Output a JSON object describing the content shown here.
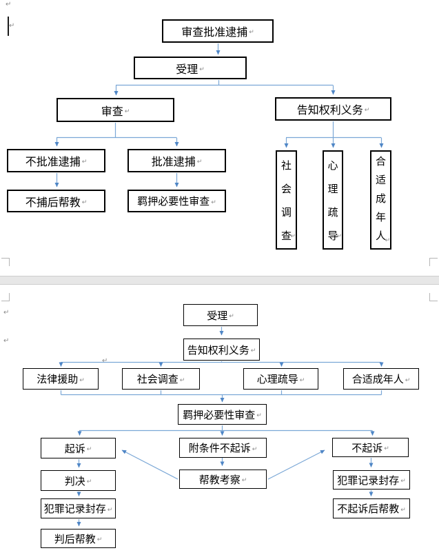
{
  "document": {
    "pilcrow_mark": "↵",
    "page_count": 2
  },
  "colors": {
    "connector_line": "#7aa7d6",
    "arrowhead": "#4f86c6",
    "box_border": "#000000",
    "page_gap_band": "#e7e7e7",
    "boundary_marks": "#b5b5b5",
    "pilcrow": "#8a8a8a"
  },
  "diagram1": {
    "description_type": "flowchart",
    "nodes": [
      {
        "id": "review-approve-arrest",
        "label": "审查批准逮捕"
      },
      {
        "id": "accept",
        "label": "受理"
      },
      {
        "id": "review",
        "label": "审查"
      },
      {
        "id": "inform-rights-obligations",
        "label": "告知权利义务"
      },
      {
        "id": "not-approve-arrest",
        "label": "不批准逮捕"
      },
      {
        "id": "approve-arrest",
        "label": "批准逮捕"
      },
      {
        "id": "no-arrest-follow-up-help",
        "label": "不捕后帮教"
      },
      {
        "id": "custody-necessity-review",
        "label": "羁押必要性审查"
      },
      {
        "id": "social-survey",
        "label": "社会调查",
        "vertical": true
      },
      {
        "id": "psychological-counseling",
        "label": "心理疏导",
        "vertical": true
      },
      {
        "id": "appropriate-adult",
        "label": "合适成年人",
        "vertical": true
      }
    ],
    "edges": [
      {
        "from": "review-approve-arrest",
        "to": "accept"
      },
      {
        "from": "accept",
        "to": "review"
      },
      {
        "from": "accept",
        "to": "inform-rights-obligations"
      },
      {
        "from": "review",
        "to": "not-approve-arrest"
      },
      {
        "from": "review",
        "to": "approve-arrest"
      },
      {
        "from": "not-approve-arrest",
        "to": "no-arrest-follow-up-help"
      },
      {
        "from": "approve-arrest",
        "to": "custody-necessity-review"
      },
      {
        "from": "inform-rights-obligations",
        "to": "social-survey"
      },
      {
        "from": "inform-rights-obligations",
        "to": "psychological-counseling"
      },
      {
        "from": "inform-rights-obligations",
        "to": "appropriate-adult"
      }
    ]
  },
  "diagram2": {
    "description_type": "flowchart",
    "nodes": [
      {
        "id": "accept",
        "label": "受理"
      },
      {
        "id": "inform-rights-obligations",
        "label": "告知权利义务"
      },
      {
        "id": "legal-aid",
        "label": "法律援助"
      },
      {
        "id": "social-survey",
        "label": "社会调查"
      },
      {
        "id": "psychological-counseling",
        "label": "心理疏导"
      },
      {
        "id": "appropriate-adult",
        "label": "合适成年人"
      },
      {
        "id": "custody-necessity-review",
        "label": "羁押必要性审查"
      },
      {
        "id": "prosecute",
        "label": "起诉"
      },
      {
        "id": "conditional-non-prosecution",
        "label": "附条件不起诉"
      },
      {
        "id": "non-prosecution",
        "label": "不起诉"
      },
      {
        "id": "judgment",
        "label": "判决"
      },
      {
        "id": "help-education-inspection",
        "label": "帮教考察"
      },
      {
        "id": "criminal-record-sealing-right",
        "label": "犯罪记录封存"
      },
      {
        "id": "criminal-record-sealing-left",
        "label": "犯罪记录封存"
      },
      {
        "id": "post-non-prosecution-help",
        "label": "不起诉后帮教"
      },
      {
        "id": "post-judgment-help",
        "label": "判后帮教"
      }
    ],
    "edges": [
      {
        "from": "accept",
        "to": "inform-rights-obligations"
      },
      {
        "from": "inform-rights-obligations",
        "to": "legal-aid"
      },
      {
        "from": "inform-rights-obligations",
        "to": "social-survey"
      },
      {
        "from": "inform-rights-obligations",
        "to": "psychological-counseling"
      },
      {
        "from": "inform-rights-obligations",
        "to": "appropriate-adult"
      },
      {
        "from": "legal-aid",
        "to": "custody-necessity-review"
      },
      {
        "from": "social-survey",
        "to": "custody-necessity-review"
      },
      {
        "from": "psychological-counseling",
        "to": "custody-necessity-review"
      },
      {
        "from": "appropriate-adult",
        "to": "custody-necessity-review"
      },
      {
        "from": "custody-necessity-review",
        "to": "prosecute"
      },
      {
        "from": "custody-necessity-review",
        "to": "conditional-non-prosecution"
      },
      {
        "from": "custody-necessity-review",
        "to": "non-prosecution"
      },
      {
        "from": "prosecute",
        "to": "judgment"
      },
      {
        "from": "judgment",
        "to": "criminal-record-sealing-left"
      },
      {
        "from": "criminal-record-sealing-left",
        "to": "post-judgment-help"
      },
      {
        "from": "conditional-non-prosecution",
        "to": "help-education-inspection"
      },
      {
        "from": "help-education-inspection",
        "to": "prosecute"
      },
      {
        "from": "help-education-inspection",
        "to": "non-prosecution"
      },
      {
        "from": "non-prosecution",
        "to": "criminal-record-sealing-right"
      },
      {
        "from": "criminal-record-sealing-right",
        "to": "post-non-prosecution-help"
      }
    ]
  }
}
